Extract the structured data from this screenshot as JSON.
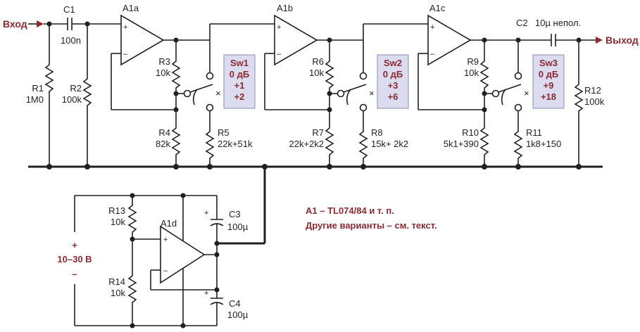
{
  "io": {
    "input_label": "Вход",
    "output_label": "Выход"
  },
  "components": {
    "C1": {
      "ref": "C1",
      "value": "100n"
    },
    "R1": {
      "ref": "R1",
      "value": "1M0"
    },
    "R2": {
      "ref": "R2",
      "value": "100k"
    },
    "A1a": {
      "ref": "A1a"
    },
    "A1b": {
      "ref": "A1b"
    },
    "A1c": {
      "ref": "A1c"
    },
    "A1d": {
      "ref": "A1d"
    },
    "R3": {
      "ref": "R3",
      "value": "10k"
    },
    "R4": {
      "ref": "R4",
      "value": "82k"
    },
    "R5": {
      "ref": "R5",
      "value": "22k+51k"
    },
    "R6": {
      "ref": "R6",
      "value": "10k"
    },
    "R7": {
      "ref": "R7",
      "value": "22k+2k2"
    },
    "R8": {
      "ref": "R8",
      "value": "15k+ 2k2"
    },
    "R9": {
      "ref": "R9",
      "value": "10k"
    },
    "R10": {
      "ref": "R10",
      "value": "5k1+390"
    },
    "R11": {
      "ref": "R11",
      "value": "1k8+150"
    },
    "C2": {
      "ref": "C2",
      "value": "10µ непол."
    },
    "R12": {
      "ref": "R12",
      "value": "100k"
    },
    "R13": {
      "ref": "R13",
      "value": "10k"
    },
    "R14": {
      "ref": "R14",
      "value": "10k"
    },
    "C3": {
      "ref": "C3",
      "value": "100µ"
    },
    "C4": {
      "ref": "C4",
      "value": "100µ"
    }
  },
  "switches": [
    {
      "name": "Sw1",
      "lines": [
        "0 дБ",
        "+1",
        "+2"
      ]
    },
    {
      "name": "Sw2",
      "lines": [
        "0 дБ",
        "+3",
        "+6"
      ]
    },
    {
      "name": "Sw3",
      "lines": [
        "0 дБ",
        "+9",
        "+18"
      ]
    }
  ],
  "supply": {
    "plus": "+",
    "voltage": "10–30 В",
    "minus": "–"
  },
  "notes": [
    "A1 – TL074/84 и т. п.",
    "Другие варианты – см. текст."
  ],
  "opamp_signs": {
    "plus": "+",
    "minus": "–"
  },
  "switch_marker": "×",
  "colors": {
    "ink": "#231f20",
    "accent": "#8b2a30",
    "switch_box": "#dcdcf0"
  }
}
